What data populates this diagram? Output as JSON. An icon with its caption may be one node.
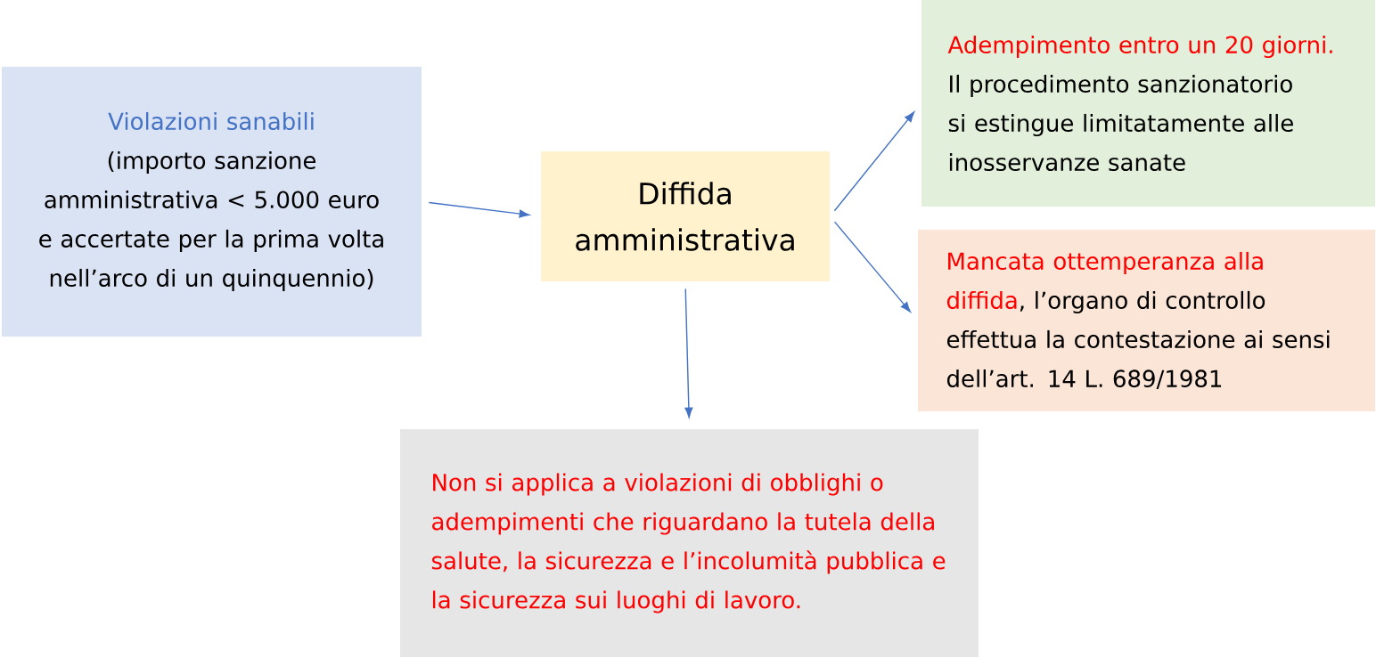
{
  "diagram": {
    "nodes": [
      {
        "text": [
          "Violazioni sanabili",
          "(importo sanzione amministrativa < 5.000 euro e accertate per la prima volta nell’arco di un quinquennio)"
        ]
      },
      {
        "text": [
          "Diffida amministrativa"
        ]
      },
      {
        "text": [
          "Adempimento entro un 20 giorni.",
          "Il procedimento sanzionatorio si estingue limitatamente alle inosservanze sanate"
        ]
      },
      {
        "text": [
          "Mancata ottemperanza alla diffida",
          ", l’organo di controllo effettua la contestazione ai sensi dell’art. 14 L. 689/1981"
        ]
      },
      {
        "text": [
          "Non si applica a violazioni di obblighi o adempimenti che riguardano la tutela della salute, la sicurezza e l’incolumità pubblica e la sicurezza sui luoghi di lavoro."
        ]
      }
    ],
    "edges": [
      {
        "from": 0,
        "to": 1,
        "arrow": "to"
      },
      {
        "from": 1,
        "to": 2,
        "arrow": "to"
      },
      {
        "from": 1,
        "to": 3,
        "arrow": "to"
      },
      {
        "from": 1,
        "to": 4,
        "arrow": "to"
      }
    ]
  }
}
